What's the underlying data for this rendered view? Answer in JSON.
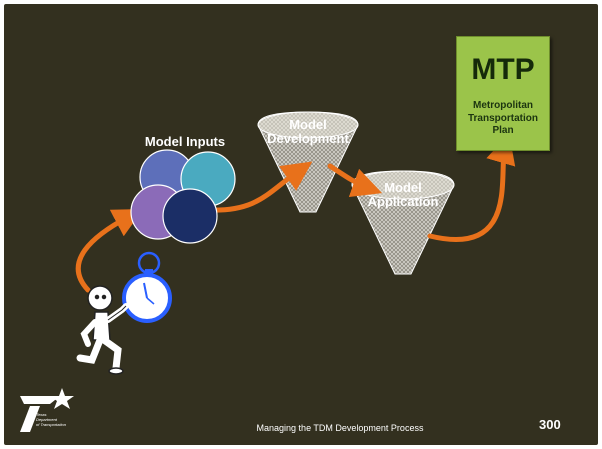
{
  "diagram": {
    "model_inputs_label": "Model Inputs",
    "model_development_label": "Model\nDevelopment",
    "model_application_label": "Model\nApplication",
    "mtp": {
      "title": "MTP",
      "subtitle": "Metropolitan\nTransportation\nPlan"
    }
  },
  "footer": {
    "text": "Managing the TDM Development Process",
    "page_number": "300",
    "logo_text": "Texas\nDepartment\nof Transportation"
  },
  "colors": {
    "background": "#33301f",
    "arrow": "#e8711b",
    "mtp_fill": "#9bc44a",
    "stopwatch": "#2a5fff",
    "circle_1": "#5d6fba",
    "circle_2": "#4aaac0",
    "circle_3": "#8b6bb8",
    "circle_4": "#1b2e66"
  }
}
